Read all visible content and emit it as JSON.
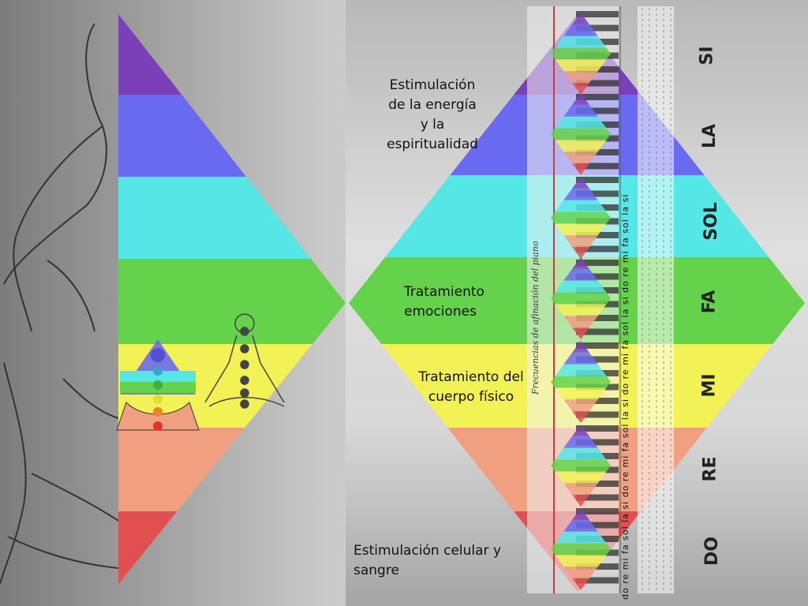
{
  "notes": {
    "energy": "Estimulación\nde la energía\ny la\nespiritualidad",
    "emotions": "Tratamiento\nemociones",
    "body": "Tratamiento  del\ncuerpo físico",
    "cells": "Estimulación celular y\nsangre"
  },
  "notes_lines": {
    "energy": [
      "Estimulación",
      "de la energía",
      "y la",
      "espiritualidad"
    ],
    "emotions": [
      "Tratamiento",
      "emociones"
    ],
    "body": [
      "Tratamiento  del",
      "cuerpo físico"
    ],
    "cells": [
      "Estimulación celular y",
      "sangre"
    ]
  },
  "notes_labels": [
    "SI",
    "LA",
    "SOL",
    "FA",
    "MI",
    "RE",
    "DO"
  ],
  "piano_strip_text": "do re  mi  fa sol  la si  do re  mi  fa sol  la si  do re  mi  fa sol  la si  do re  mi  fa sol  la si",
  "table_caption": "Frecuencias de afinación del piano",
  "band_colors": [
    "#7b3fb8",
    "#6a6af0",
    "#55e6e6",
    "#64d24a",
    "#f2f256",
    "#f0a080",
    "#e05050"
  ]
}
